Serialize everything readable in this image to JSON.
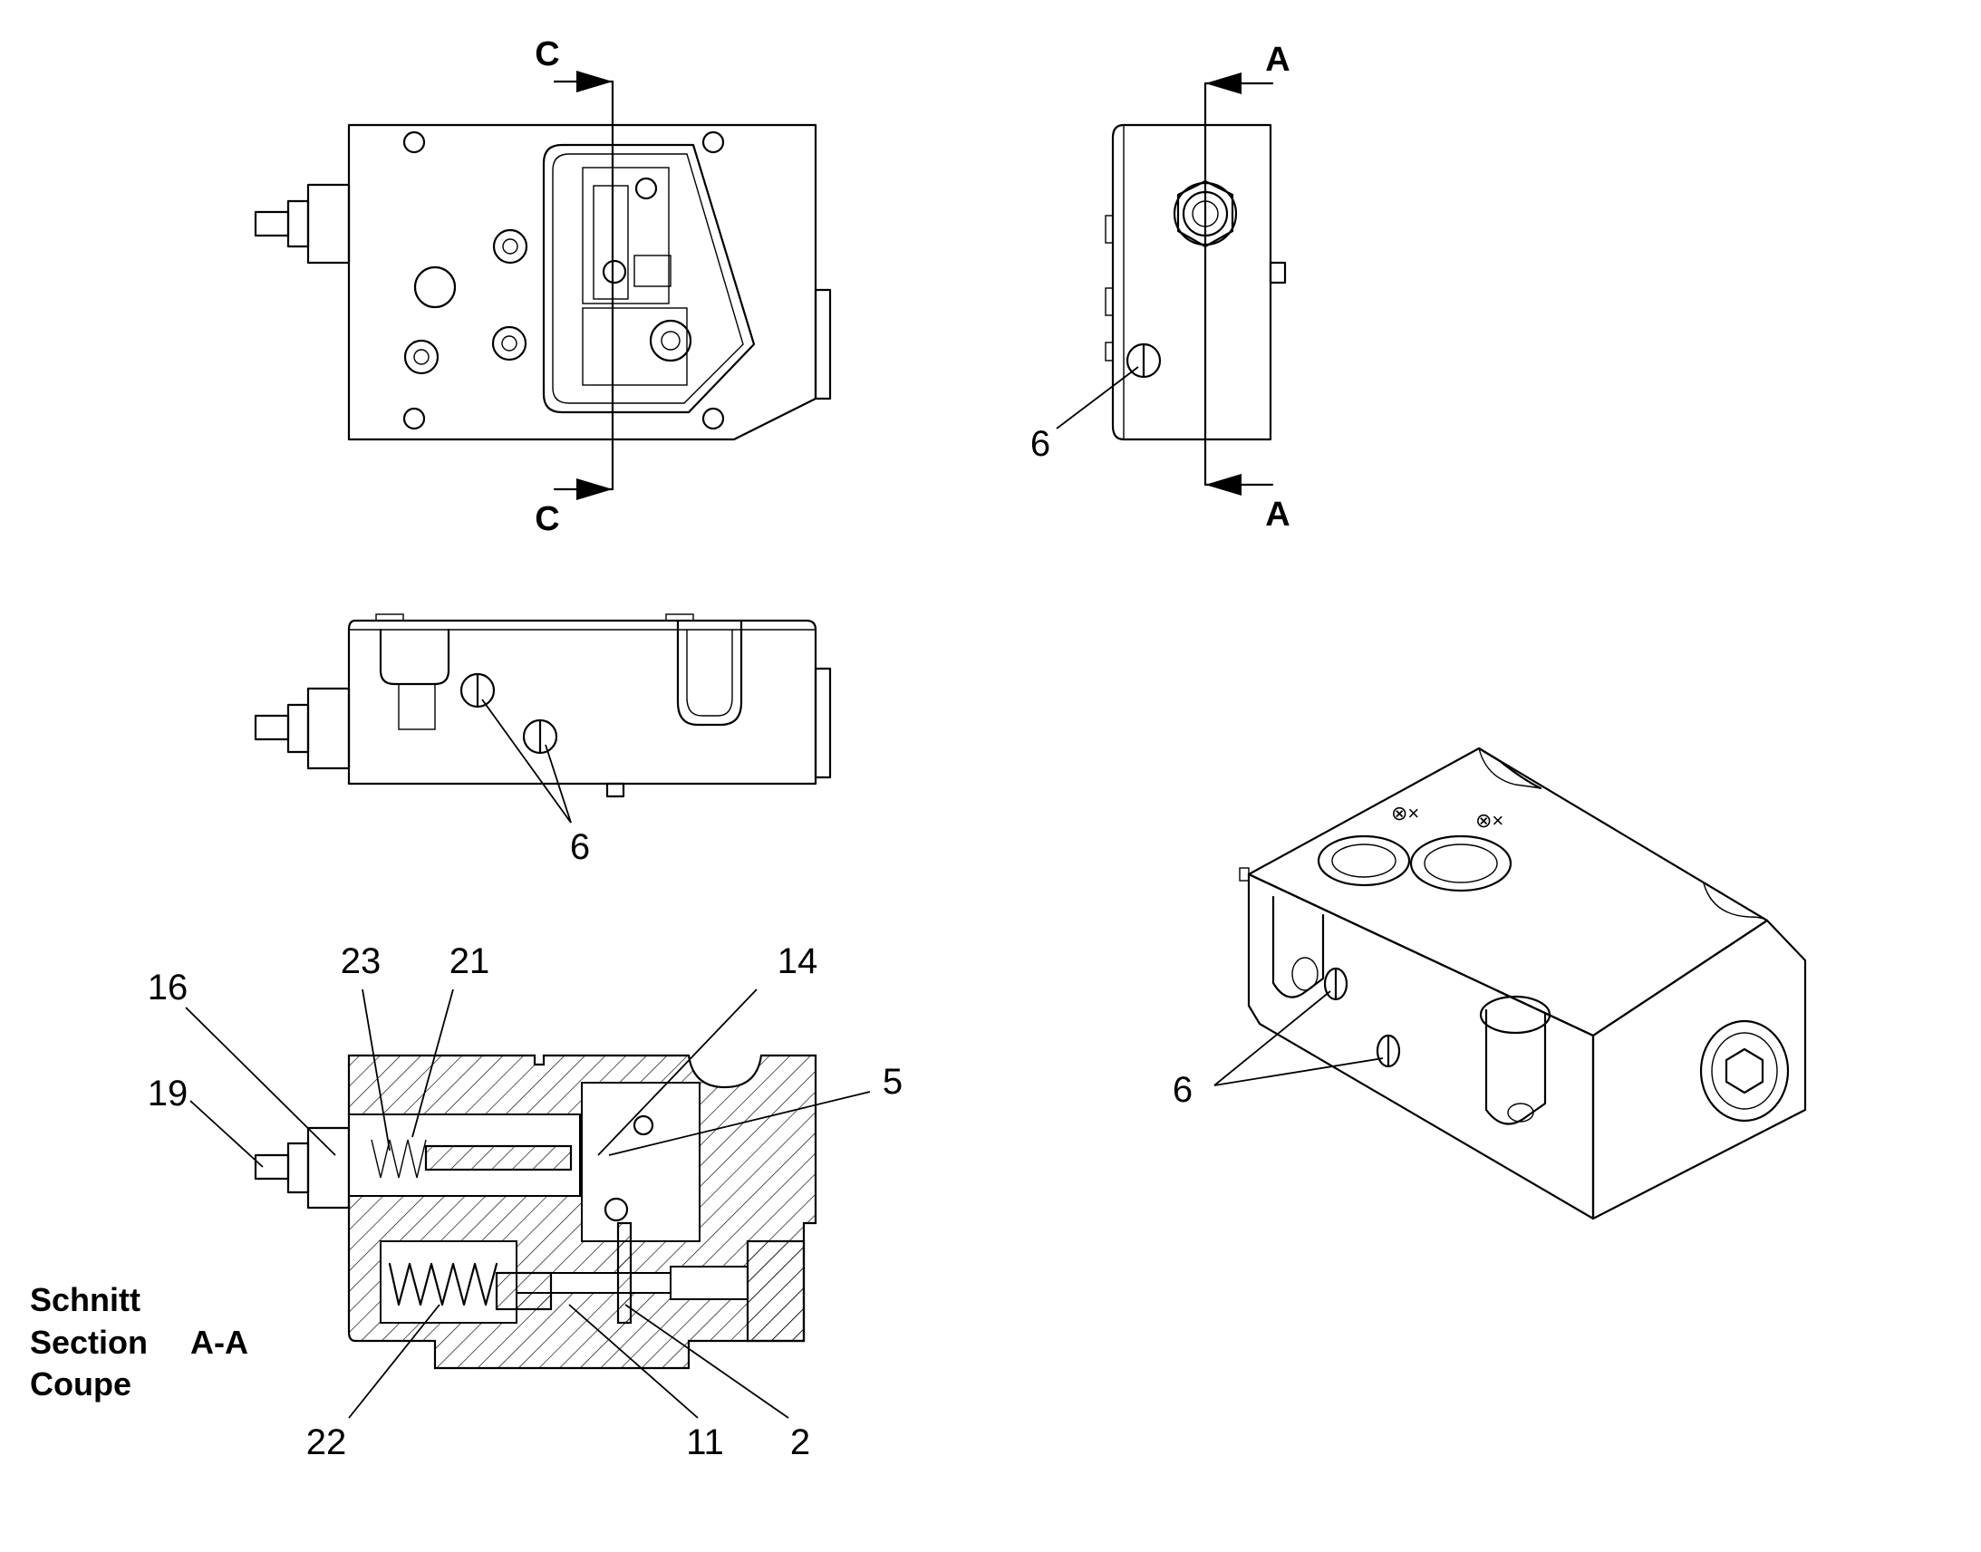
{
  "section_markers": {
    "c_top": "C",
    "c_bottom": "C",
    "a_top": "A",
    "a_bottom": "A"
  },
  "callouts": {
    "side_view_6": "6",
    "bottom_view_6": "6",
    "iso_view_6": "6",
    "sec_16": "16",
    "sec_23": "23",
    "sec_21": "21",
    "sec_14": "14",
    "sec_5": "5",
    "sec_19": "19",
    "sec_22": "22",
    "sec_11": "11",
    "sec_2": "2"
  },
  "section_caption": {
    "line1": "Schnitt",
    "line2": "Section",
    "line3": "Coupe",
    "name": "A-A"
  }
}
